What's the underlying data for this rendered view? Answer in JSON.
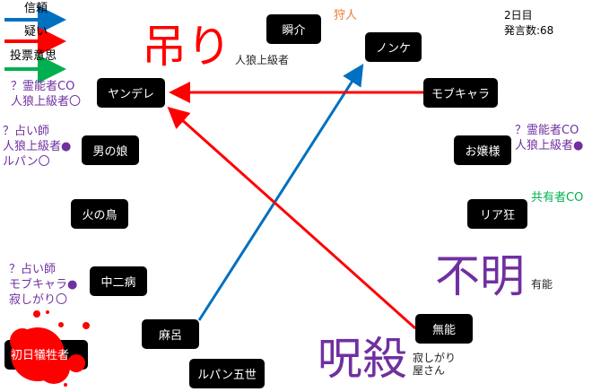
{
  "legend": {
    "trust": "信頼",
    "doubt": "疑い",
    "vote": "投票意思"
  },
  "colors": {
    "trust": "#0070c0",
    "doubt": "#ff0000",
    "vote": "#00b050",
    "purple": "#7030a0",
    "hunter": "#ed7d31"
  },
  "status": {
    "day": "2日目",
    "posts": "発言数:68"
  },
  "nodes": {
    "shunsuke": "瞬介",
    "nonke": "ノンケ",
    "mobchara": "モブキャラ",
    "yandere": "ヤンデレ",
    "ojousama": "お嬢様",
    "otokonoko": "男の娘",
    "riakyou": "リア狂",
    "hinotori": "火の鳥",
    "chuunibyou": "中二病",
    "munou": "無能",
    "maro": "麻呂",
    "shonichi": "初日犠牲者",
    "lupin": "ルパン五世"
  },
  "roles": {
    "hunter": "狩人",
    "sharer": "共有者CO"
  },
  "notes": {
    "yandere": [
      "？霊能者CO",
      "人狼上級者〇"
    ],
    "otokonoko": [
      "？占い師",
      "人狼上級者●",
      "ルパン〇"
    ],
    "ojousama": [
      "？霊能者CO",
      "人狼上級者●"
    ],
    "chuunibyou": [
      "？占い師",
      "モブキャラ●",
      "寂しがり〇"
    ]
  },
  "stamps": {
    "hanged": "吊り",
    "unknown": "不明",
    "cursed": "呪殺"
  },
  "stamp_under": {
    "hanged": "人狼上級者",
    "unknown": "有能",
    "cursed": [
      "寂しがり",
      "屋さん"
    ]
  }
}
